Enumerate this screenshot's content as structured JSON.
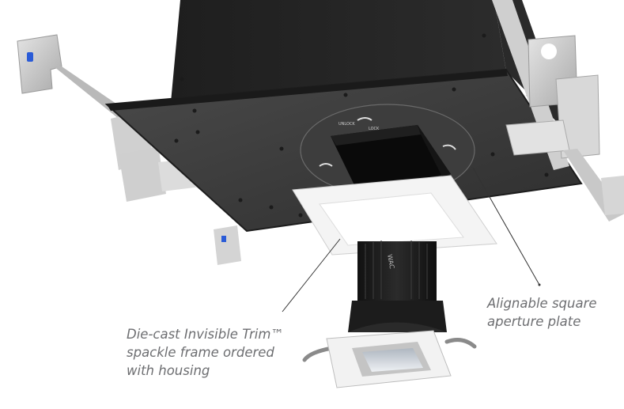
{
  "image": {
    "subject": "Recessed downlight housing with square aperture plate, spackle frame and LED module",
    "brand_mark": "WAC",
    "plate_markings": [
      "UNLOCK",
      "LOCK"
    ]
  },
  "callouts": {
    "trim": {
      "lines": [
        "Die-cast Invisible Trim™",
        "spackle frame ordered",
        "with housing"
      ]
    },
    "plate": {
      "lines": [
        "Alignable square",
        "aperture plate"
      ]
    }
  },
  "colors": {
    "background": "#ffffff",
    "housing": "#3a3a3a",
    "housing_dark": "#222222",
    "bracket": "#c9c9c9",
    "label_text": "#6d6e71",
    "clip_blue": "#2a5bd7",
    "leader_line": "#333333"
  }
}
